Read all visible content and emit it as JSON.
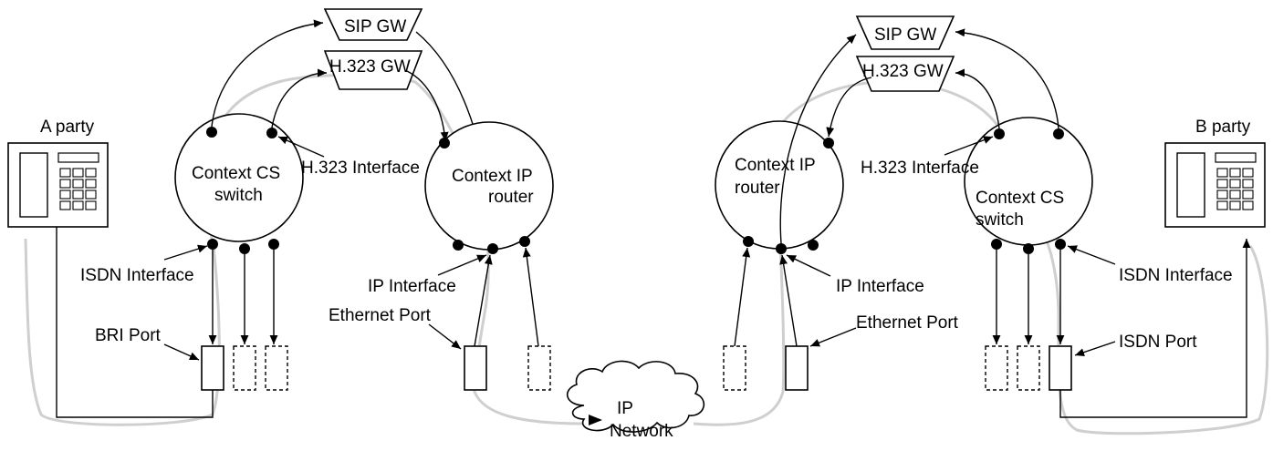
{
  "left": {
    "party": "A party",
    "cs_ctx_line1": "Context CS",
    "cs_ctx_line2": "switch",
    "ip_ctx_line1": "Context  IP",
    "ip_ctx_line2": "router",
    "sip_gw": "SIP GW",
    "h323_gw": "H.323 GW",
    "h323_if": "H.323 Interface",
    "isdn_if": "ISDN Interface",
    "bri_port": "BRI Port",
    "ip_if": "IP Interface",
    "eth_port": "Ethernet  Port"
  },
  "right": {
    "party": "B party",
    "cs_ctx_line1": "Context   CS",
    "cs_ctx_line2": "switch",
    "ip_ctx_line1": "Context IP",
    "ip_ctx_line2": "router",
    "sip_gw": "SIP GW",
    "h323_gw": "H.323 GW",
    "h323_if": "H.323 Interface",
    "isdn_if": "ISDN Interface",
    "isdn_port": "ISDN Port",
    "ip_if": "IP Interface",
    "eth_port": "Ethernet  Port"
  },
  "network": {
    "line1": "IP",
    "line2": "Network"
  }
}
